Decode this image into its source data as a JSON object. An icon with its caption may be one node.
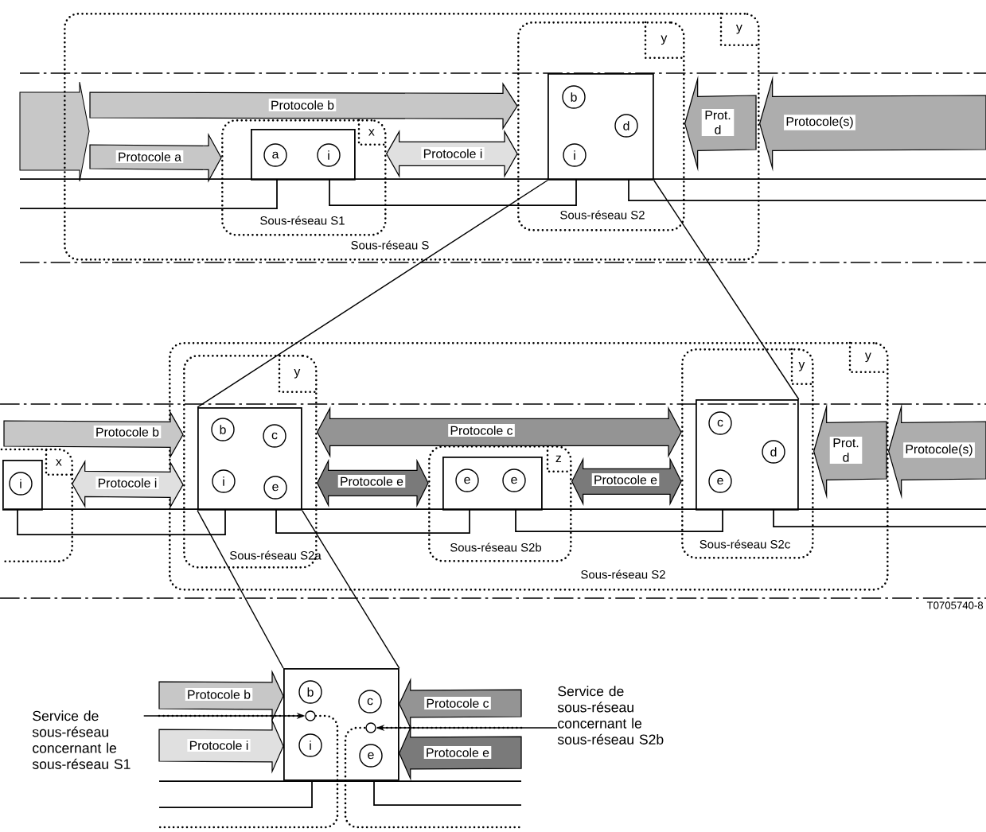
{
  "diagram": {
    "nodes": [
      {
        "text": [
          "Sous-réseau S"
        ]
      },
      {
        "text": [
          "y"
        ],
        "in": 0
      },
      {
        "text": [
          "Sous-réseau S1"
        ],
        "in": 0
      },
      {
        "text": [
          "x"
        ],
        "in": 2
      },
      {
        "text": [],
        "shape": "box",
        "in": 2
      },
      {
        "text": [
          "a"
        ],
        "in": 4
      },
      {
        "text": [
          "i"
        ],
        "in": 4
      },
      {
        "text": [
          "Sous-réseau S2"
        ],
        "in": 0
      },
      {
        "text": [
          "y"
        ],
        "in": 7
      },
      {
        "text": [],
        "shape": "box",
        "in": 7
      },
      {
        "text": [
          "b"
        ],
        "in": 9
      },
      {
        "text": [
          "i"
        ],
        "in": 9
      },
      {
        "text": [
          "d"
        ],
        "in": 9
      },
      {
        "text": [],
        "shape": "box"
      },
      {
        "text": [
          "x"
        ],
        "in": 13
      },
      {
        "text": [],
        "shape": "box",
        "in": 13
      },
      {
        "text": [
          "i"
        ],
        "in": 15
      },
      {
        "text": [
          "Sous-réseau S2"
        ]
      },
      {
        "text": [
          "y"
        ],
        "in": 17
      },
      {
        "text": [
          "Sous-réseau S2a"
        ],
        "in": 17
      },
      {
        "text": [
          "y"
        ],
        "in": 19
      },
      {
        "text": [],
        "shape": "box",
        "in": 19
      },
      {
        "text": [
          "b"
        ],
        "in": 21
      },
      {
        "text": [
          "c"
        ],
        "in": 21
      },
      {
        "text": [
          "i"
        ],
        "in": 21
      },
      {
        "text": [
          "e"
        ],
        "in": 21
      },
      {
        "text": [
          "Sous-réseau S2b"
        ],
        "in": 17
      },
      {
        "text": [
          "z"
        ],
        "in": 26
      },
      {
        "text": [],
        "shape": "box",
        "in": 26
      },
      {
        "text": [
          "e"
        ],
        "in": 28
      },
      {
        "text": [
          "e"
        ],
        "in": 28
      },
      {
        "text": [
          "Sous-réseau S2c"
        ],
        "in": 17
      },
      {
        "text": [
          "y"
        ],
        "in": 31
      },
      {
        "text": [],
        "shape": "box",
        "in": 31
      },
      {
        "text": [
          "c"
        ],
        "in": 33
      },
      {
        "text": [
          "d"
        ],
        "in": 33
      },
      {
        "text": [
          "e"
        ],
        "in": 33
      },
      {
        "text": [
          "Service de sous-réseau concernant le sous-réseau S1"
        ]
      },
      {
        "text": [],
        "shape": "box"
      },
      {
        "text": [
          "b"
        ],
        "in": 38
      },
      {
        "text": [
          "c"
        ],
        "in": 38
      },
      {
        "text": [
          "i"
        ],
        "in": 38
      },
      {
        "text": [
          "e"
        ],
        "in": 38
      },
      {
        "text": [],
        "shape": "circle",
        "in": 38
      },
      {
        "text": [],
        "shape": "circle",
        "in": 38
      },
      {
        "text": [
          "Service de sous-réseau concernant le sous-réseau S2b"
        ]
      }
    ],
    "edges": [
      {
        "from": null,
        "to": 2,
        "arrow": "to",
        "label": "Protocole a"
      },
      {
        "from": null,
        "to": 7,
        "arrow": "to",
        "label": "Protocole b"
      },
      {
        "from": 2,
        "to": 7,
        "arrow": "both",
        "label": "Protocole i"
      },
      {
        "from": null,
        "to": 7,
        "arrow": "to",
        "label": "Prot. d"
      },
      {
        "from": null,
        "to": 0,
        "arrow": "to",
        "label": "Protocole(s)"
      },
      {
        "from": 9,
        "to": 21,
        "arrow": "none"
      },
      {
        "from": 9,
        "to": 33,
        "arrow": "none"
      },
      {
        "from": null,
        "to": 19,
        "arrow": "to",
        "label": "Protocole b"
      },
      {
        "from": 13,
        "to": 19,
        "arrow": "both",
        "label": "Protocole i"
      },
      {
        "from": 19,
        "to": 31,
        "arrow": "both",
        "label": "Protocole c"
      },
      {
        "from": 19,
        "to": 26,
        "arrow": "both",
        "label": "Protocole e"
      },
      {
        "from": 26,
        "to": 31,
        "arrow": "both",
        "label": "Protocole e"
      },
      {
        "from": null,
        "to": 31,
        "arrow": "to",
        "label": "Prot. d"
      },
      {
        "from": null,
        "to": 17,
        "arrow": "to",
        "label": "Protocole(s)"
      },
      {
        "from": 21,
        "to": 38,
        "arrow": "none"
      },
      {
        "from": 21,
        "to": 38,
        "arrow": "none"
      },
      {
        "from": null,
        "to": 38,
        "arrow": "to",
        "label": "Protocole b"
      },
      {
        "from": null,
        "to": 38,
        "arrow": "to",
        "label": "Protocole i"
      },
      {
        "from": null,
        "to": 38,
        "arrow": "to",
        "label": "Protocole c"
      },
      {
        "from": null,
        "to": 38,
        "arrow": "to",
        "label": "Protocole e"
      },
      {
        "from": 37,
        "to": 43,
        "arrow": "to"
      },
      {
        "from": 45,
        "to": 44,
        "arrow": "to"
      }
    ],
    "labels": [
      "T0705740-8"
    ]
  }
}
